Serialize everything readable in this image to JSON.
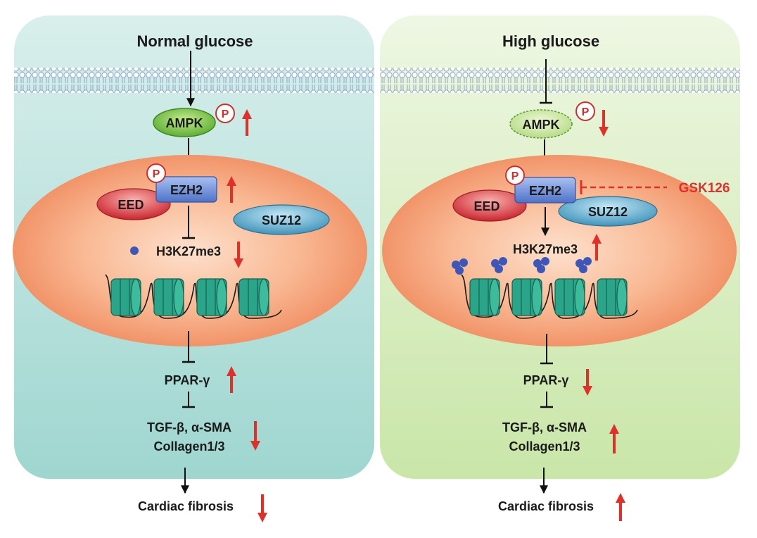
{
  "colors": {
    "arrow_up_down": "#e0302a",
    "inhibitor_drug": "#e0302a",
    "normal_panel": "#bfe4e0",
    "high_panel": "#dcefc8",
    "nucleus": "#f6a27a",
    "nucleosome": "#2aa58a",
    "ampk": "#7cc456",
    "ezh2": "#6f8fd8",
    "eed": "#d9434b",
    "suz12": "#5fa9c9"
  },
  "panels": [
    {
      "id": "normal",
      "title": "Normal glucose",
      "ampk": "AMPK",
      "ampk_phospho": "P",
      "ampk_trend": "up",
      "ezh2": "EZH2",
      "ezh2_phospho": "P",
      "ezh2_trend": "up",
      "eed": "EED",
      "suz12": "SUZ12",
      "h3k27me3": "H3K27me3",
      "h3k27me3_trend": "down",
      "ppar": "PPAR-γ",
      "ppar_trend": "up",
      "markers_line1": "TGF-β, α-SMA",
      "markers_line2": "Collagen1/3",
      "markers_trend": "down",
      "outcome": "Cardiac fibrosis",
      "outcome_trend": "down"
    },
    {
      "id": "high",
      "title": "High glucose",
      "ampk": "AMPK",
      "ampk_phospho": "P",
      "ampk_trend": "down",
      "ezh2": "EZH2",
      "ezh2_phospho": "P",
      "eed": "EED",
      "suz12": "SUZ12",
      "h3k27me3": "H3K27me3",
      "h3k27me3_trend": "up",
      "ppar": "PPAR-γ",
      "ppar_trend": "down",
      "markers_line1": "TGF-β, α-SMA",
      "markers_line2": "Collagen1/3",
      "markers_trend": "up",
      "outcome": "Cardiac fibrosis",
      "outcome_trend": "up",
      "inhibitor": "GSK126"
    }
  ]
}
